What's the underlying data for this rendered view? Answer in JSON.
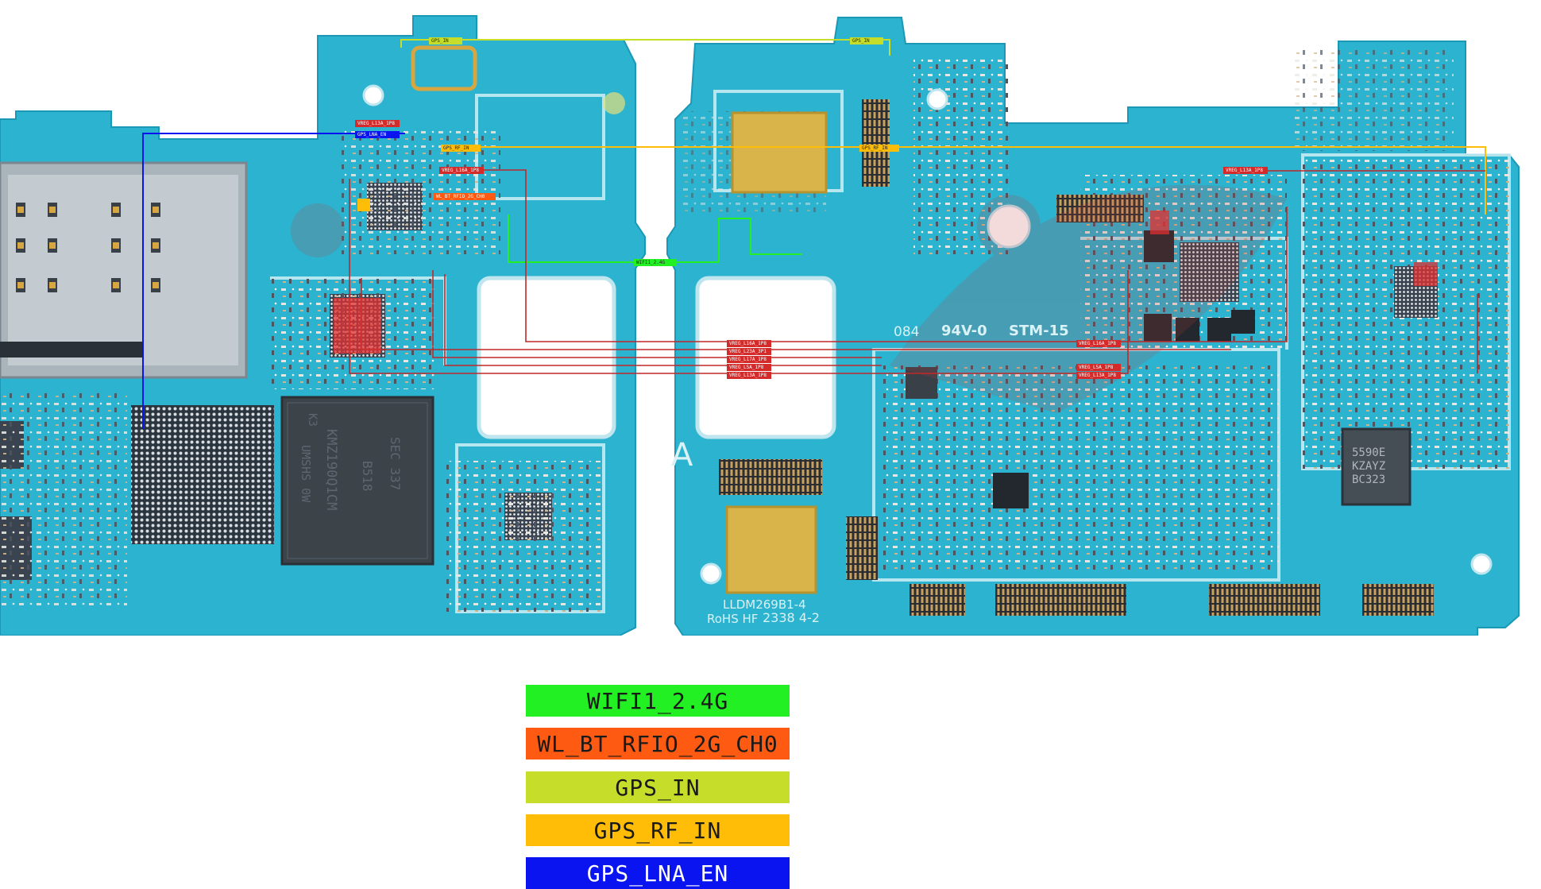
{
  "colors": {
    "board": "#2bb3cf",
    "board_dark": "#1a8fae",
    "wifi": "#22f022",
    "wl_bt": "#ff5a12",
    "gps_in": "#c6de2a",
    "gps_rf_in": "#ffbd08",
    "gps_lna_en": "#0a14f0",
    "vreg": "#d42a2a"
  },
  "legend": [
    {
      "label": "WIFI1_2.4G",
      "color": "#22f022",
      "text_color": "#1a1a1a"
    },
    {
      "label": "WL_BT_RFIO_2G_CH0",
      "color": "#ff5a12",
      "text_color": "#1a1a1a"
    },
    {
      "label": "GPS_IN",
      "color": "#c6de2a",
      "text_color": "#1a1a1a"
    },
    {
      "label": "GPS_RF_IN",
      "color": "#ffbd08",
      "text_color": "#1a1a1a"
    },
    {
      "label": "GPS_LNA_EN",
      "color": "#0a14f0",
      "text_color": "#ffffff"
    }
  ],
  "board_markers": {
    "gps_in_left": "GPS_IN",
    "gps_in_right": "GPS_IN",
    "vreg_l13a": "VREG_L13A_1P8",
    "gps_lna_en": "GPS_LNA_EN",
    "gps_rf_in_left": "GPS_RF_IN",
    "gps_rf_in_right": "GPS_RF_IN",
    "vreg_l16a_left": "VREG_L16A_1P8",
    "wl_bt": "WL_BT_RFIO_2G_CH0",
    "wifi": "WIFI1_2.4G",
    "vreg_center_1": "VREG_L16A_1P8",
    "vreg_center_2": "VREG_L23A_3P1",
    "vreg_center_3": "VREG_L17A_1P8",
    "vreg_center_4": "VREG_L5A_1P8",
    "vreg_center_5": "VREG_L13A_1P8",
    "vreg_right_1": "VREG_L16A_1P8",
    "vreg_right_2": "VREG_L5A_1P8",
    "vreg_right_3": "VREG_L13A_1P8",
    "vreg_far": "VREG_L13A_1P8",
    "silk_board_id": "084",
    "silk_rating": "94V-0",
    "silk_stm": "STM-15",
    "silk_part": "LLDM269B1-4",
    "silk_rohs": "RoHS HF",
    "silk_date": "2338 4-2",
    "silk_a": "A",
    "chip_left_1": "K3",
    "chip_left_2": "KMZ190Q1CM",
    "chip_left_3": "SEC 337",
    "chip_left_4": "B518",
    "chip_left_5": "UMSHS 0W",
    "chip_right_1": "5590E",
    "chip_right_2": "KZAYZ",
    "chip_right_3": "BC323"
  }
}
